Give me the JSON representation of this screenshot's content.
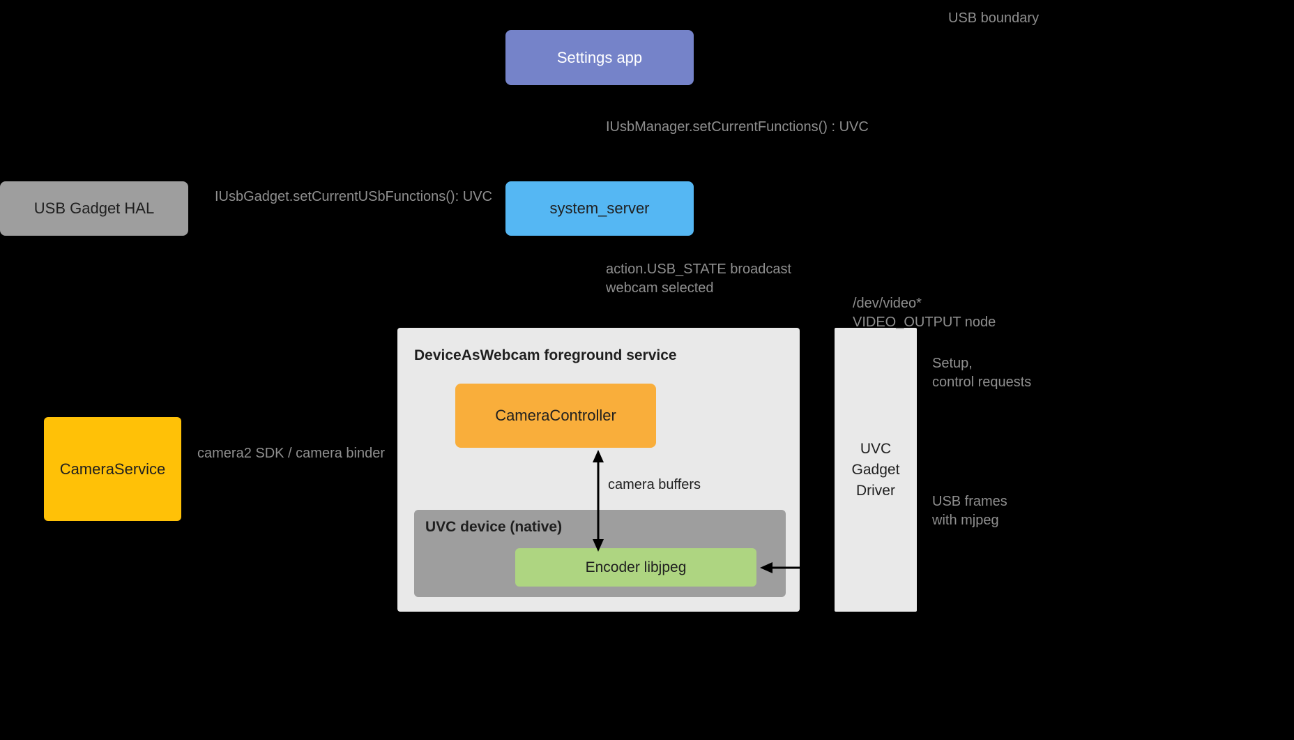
{
  "nodes": {
    "settings_app": {
      "label": "Settings app"
    },
    "usb_gadget_hal": {
      "label": "USB Gadget HAL"
    },
    "system_server": {
      "label": "system_server"
    },
    "webcam_service": {
      "title": "DeviceAsWebcam foreground service"
    },
    "camera_controller": {
      "label": "CameraController"
    },
    "uvc_device": {
      "title": "UVC device (native)"
    },
    "encoder": {
      "label": "Encoder libjpeg"
    },
    "camera_service": {
      "label": "CameraService"
    },
    "uvc_gadget_driver": {
      "label": "UVC\nGadget\nDriver"
    }
  },
  "annotations": {
    "usb_boundary": "USB boundary",
    "iusbmanager_call": "IUsbManager.setCurrentFunctions() : UVC",
    "iusbgadget_call": "IUsbGadget.setCurrentUSbFunctions(): UVC",
    "usb_state_broadcast": "action.USB_STATE broadcast\nwebcam selected",
    "video_node": "/dev/video*\nVIDEO_OUTPUT node",
    "camera2_sdk": "camera2 SDK / camera binder",
    "camera_buffers": "camera buffers",
    "setup_requests": "Setup,\ncontrol requests",
    "usb_frames": "USB frames\nwith mjpeg"
  },
  "colors": {
    "background": "#000000",
    "settings_app": "#7583C9",
    "system_server": "#55B7F3",
    "usb_gadget_hal": "#9E9E9E",
    "camera_controller": "#F9AE3B",
    "encoder": "#AED581",
    "camera_service": "#FFC107",
    "service_container": "#E9E9E9",
    "uvc_device": "#9E9E9E",
    "uvc_gadget_driver": "#E9E9E9",
    "annotation_text": "#8F8F8F",
    "arrow": "#000000"
  }
}
